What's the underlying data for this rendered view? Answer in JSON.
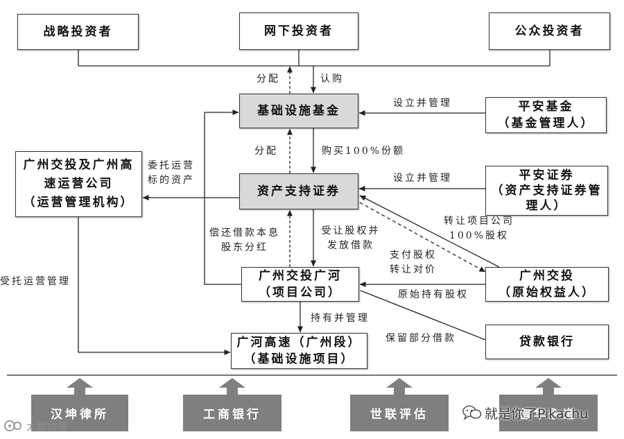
{
  "colors": {
    "highlight_box": "#d9d9d9",
    "provider_box": "#7f7f7f",
    "provider_text": "#ffffff",
    "line": "#222222"
  },
  "investors": {
    "strategic": "战略投资者",
    "offline": "网下投资者",
    "public": "公众投资者"
  },
  "entities": {
    "fund": "基础设施基金",
    "fund_manager": [
      "平安基金",
      "（基金管理人）"
    ],
    "abs": "资产支持证券",
    "abs_manager": [
      "平安证券",
      "（资产支持证券管",
      "理人）"
    ],
    "operator": [
      "广州交投及广州高",
      "速运营公司",
      "（运营管理机构）"
    ],
    "project_company": [
      "广州交投广河",
      "（项目公司）"
    ],
    "sponsor": [
      "广州交投",
      "（原始权益人）"
    ],
    "infrastructure": [
      "广河高速（广州段）",
      "（基础设施项目）"
    ],
    "bank": "贷款银行"
  },
  "flows": {
    "distribute_to_investors": "分配",
    "subscribe": "认购",
    "fund_setup": "设立并管理",
    "distribute_to_fund": "分配",
    "buy_units": "购买100%份额",
    "abs_setup": "设立并管理",
    "entrust_assets": [
      "委托运营",
      "标的资产"
    ],
    "repay_dividend": [
      "偿还借款本息",
      "股东分红"
    ],
    "acquire_lend": [
      "受让股权并",
      "发放借款"
    ],
    "transfer_equity": [
      "转让项目公司",
      "100%股权"
    ],
    "pay_consideration": [
      "支付股权",
      "转让对价"
    ],
    "original_holding": "原始持有股权",
    "retain_loan": "保留部分借款",
    "hold_manage": "持有并管理",
    "entrusted_operation": "受托运营管理"
  },
  "service_providers": [
    "汉坤律所",
    "工商银行",
    "世联评估",
    "普华永道"
  ],
  "watermarks": {
    "bottom_left": "大数跨境",
    "bottom_right": "就是你了Pikachu"
  }
}
